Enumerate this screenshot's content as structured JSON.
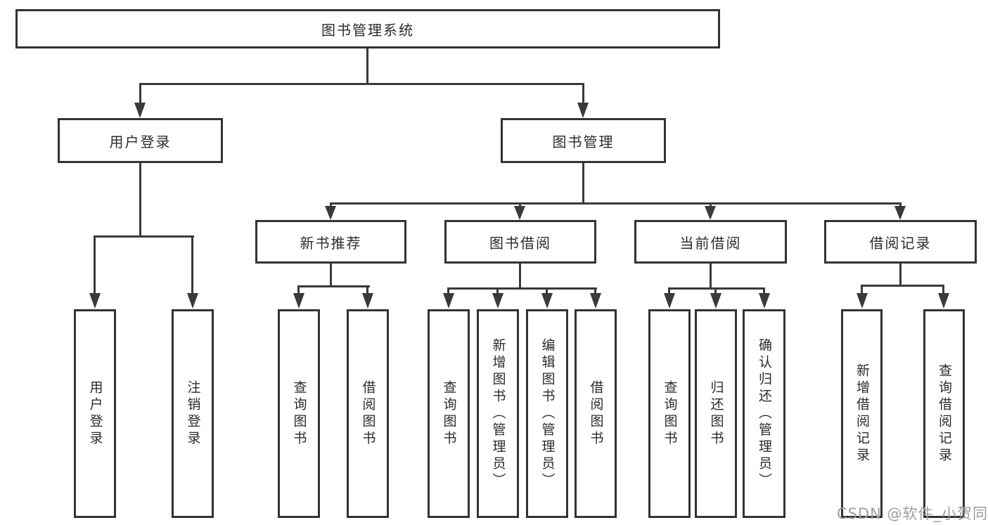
{
  "diagram": {
    "root": {
      "label": "图书管理系统"
    },
    "level2": [
      {
        "id": "user-login",
        "label": "用户登录"
      },
      {
        "id": "book-management",
        "label": "图书管理"
      }
    ],
    "level3": [
      {
        "id": "new-book-recommend",
        "label": "新书推荐",
        "parent": "图书管理"
      },
      {
        "id": "book-borrow",
        "label": "图书借阅",
        "parent": "图书管理"
      },
      {
        "id": "current-borrow",
        "label": "当前借阅",
        "parent": "图书管理"
      },
      {
        "id": "borrow-records",
        "label": "借阅记录",
        "parent": "图书管理"
      }
    ],
    "leaves": [
      {
        "label": "用户登录",
        "parent": "用户登录"
      },
      {
        "label": "注销登录",
        "parent": "用户登录"
      },
      {
        "label": "查询图书",
        "parent": "新书推荐"
      },
      {
        "label": "借阅图书",
        "parent": "新书推荐"
      },
      {
        "label": "查询图书",
        "parent": "图书借阅"
      },
      {
        "label": "新增图书（管理员）",
        "parent": "图书借阅"
      },
      {
        "label": "编辑图书（管理员）",
        "parent": "图书借阅"
      },
      {
        "label": "借阅图书",
        "parent": "图书借阅"
      },
      {
        "label": "查询图书",
        "parent": "当前借阅"
      },
      {
        "label": "归还图书",
        "parent": "当前借阅"
      },
      {
        "label": "确认归还（管理员）",
        "parent": "当前借阅"
      },
      {
        "label": "新增借阅记录",
        "parent": "借阅记录"
      },
      {
        "label": "查询借阅记录",
        "parent": "借阅记录"
      }
    ]
  },
  "watermark": {
    "text": "CSDN @软件_小贺同学"
  },
  "colors": {
    "line": "#3a3a3a",
    "box_border": "#333333",
    "text": "#2b2b2b",
    "watermark_text": "#9e9e9e",
    "background": "#ffffff"
  }
}
